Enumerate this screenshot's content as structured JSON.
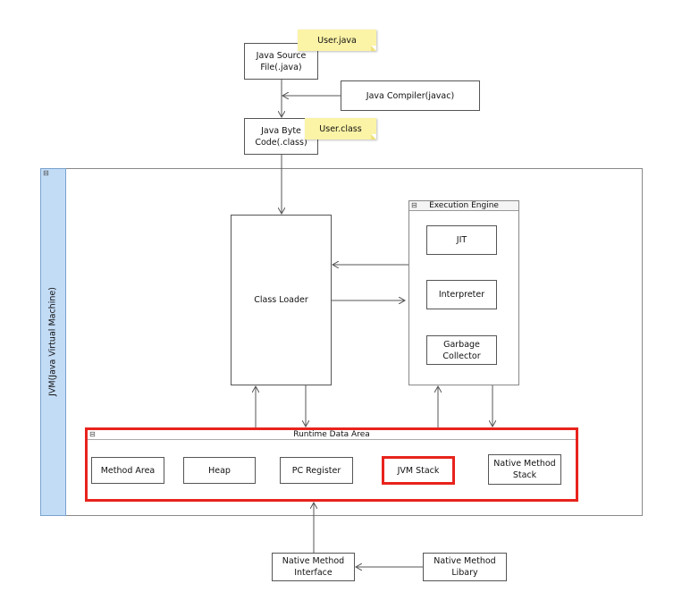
{
  "notes": {
    "user_java": "User.java",
    "user_class": "User.class"
  },
  "nodes": {
    "java_source": "Java Source\nFile(.java)",
    "java_compiler": "Java Compiler(javac)",
    "java_bytecode": "Java Byte\nCode(.class)",
    "class_loader": "Class Loader",
    "jit": "JIT",
    "interpreter": "Interpreter",
    "garbage_collector": "Garbage\nCollector",
    "method_area": "Method Area",
    "heap": "Heap",
    "pc_register": "PC Register",
    "jvm_stack": "JVM Stack",
    "native_method_stack": "Native Method\nStack",
    "native_method_interface": "Native Method\nInterface",
    "native_method_library": "Native Method\nLibary"
  },
  "frames": {
    "jvm": "JVM(Java Virtual Machine)",
    "execution_engine": "Execution Engine",
    "runtime_data_area": "Runtime Data Area"
  },
  "colors": {
    "highlight": "#e8231c",
    "jvm_band": "#c3dcf6",
    "note": "#fbf3a6",
    "line": "#555555"
  }
}
